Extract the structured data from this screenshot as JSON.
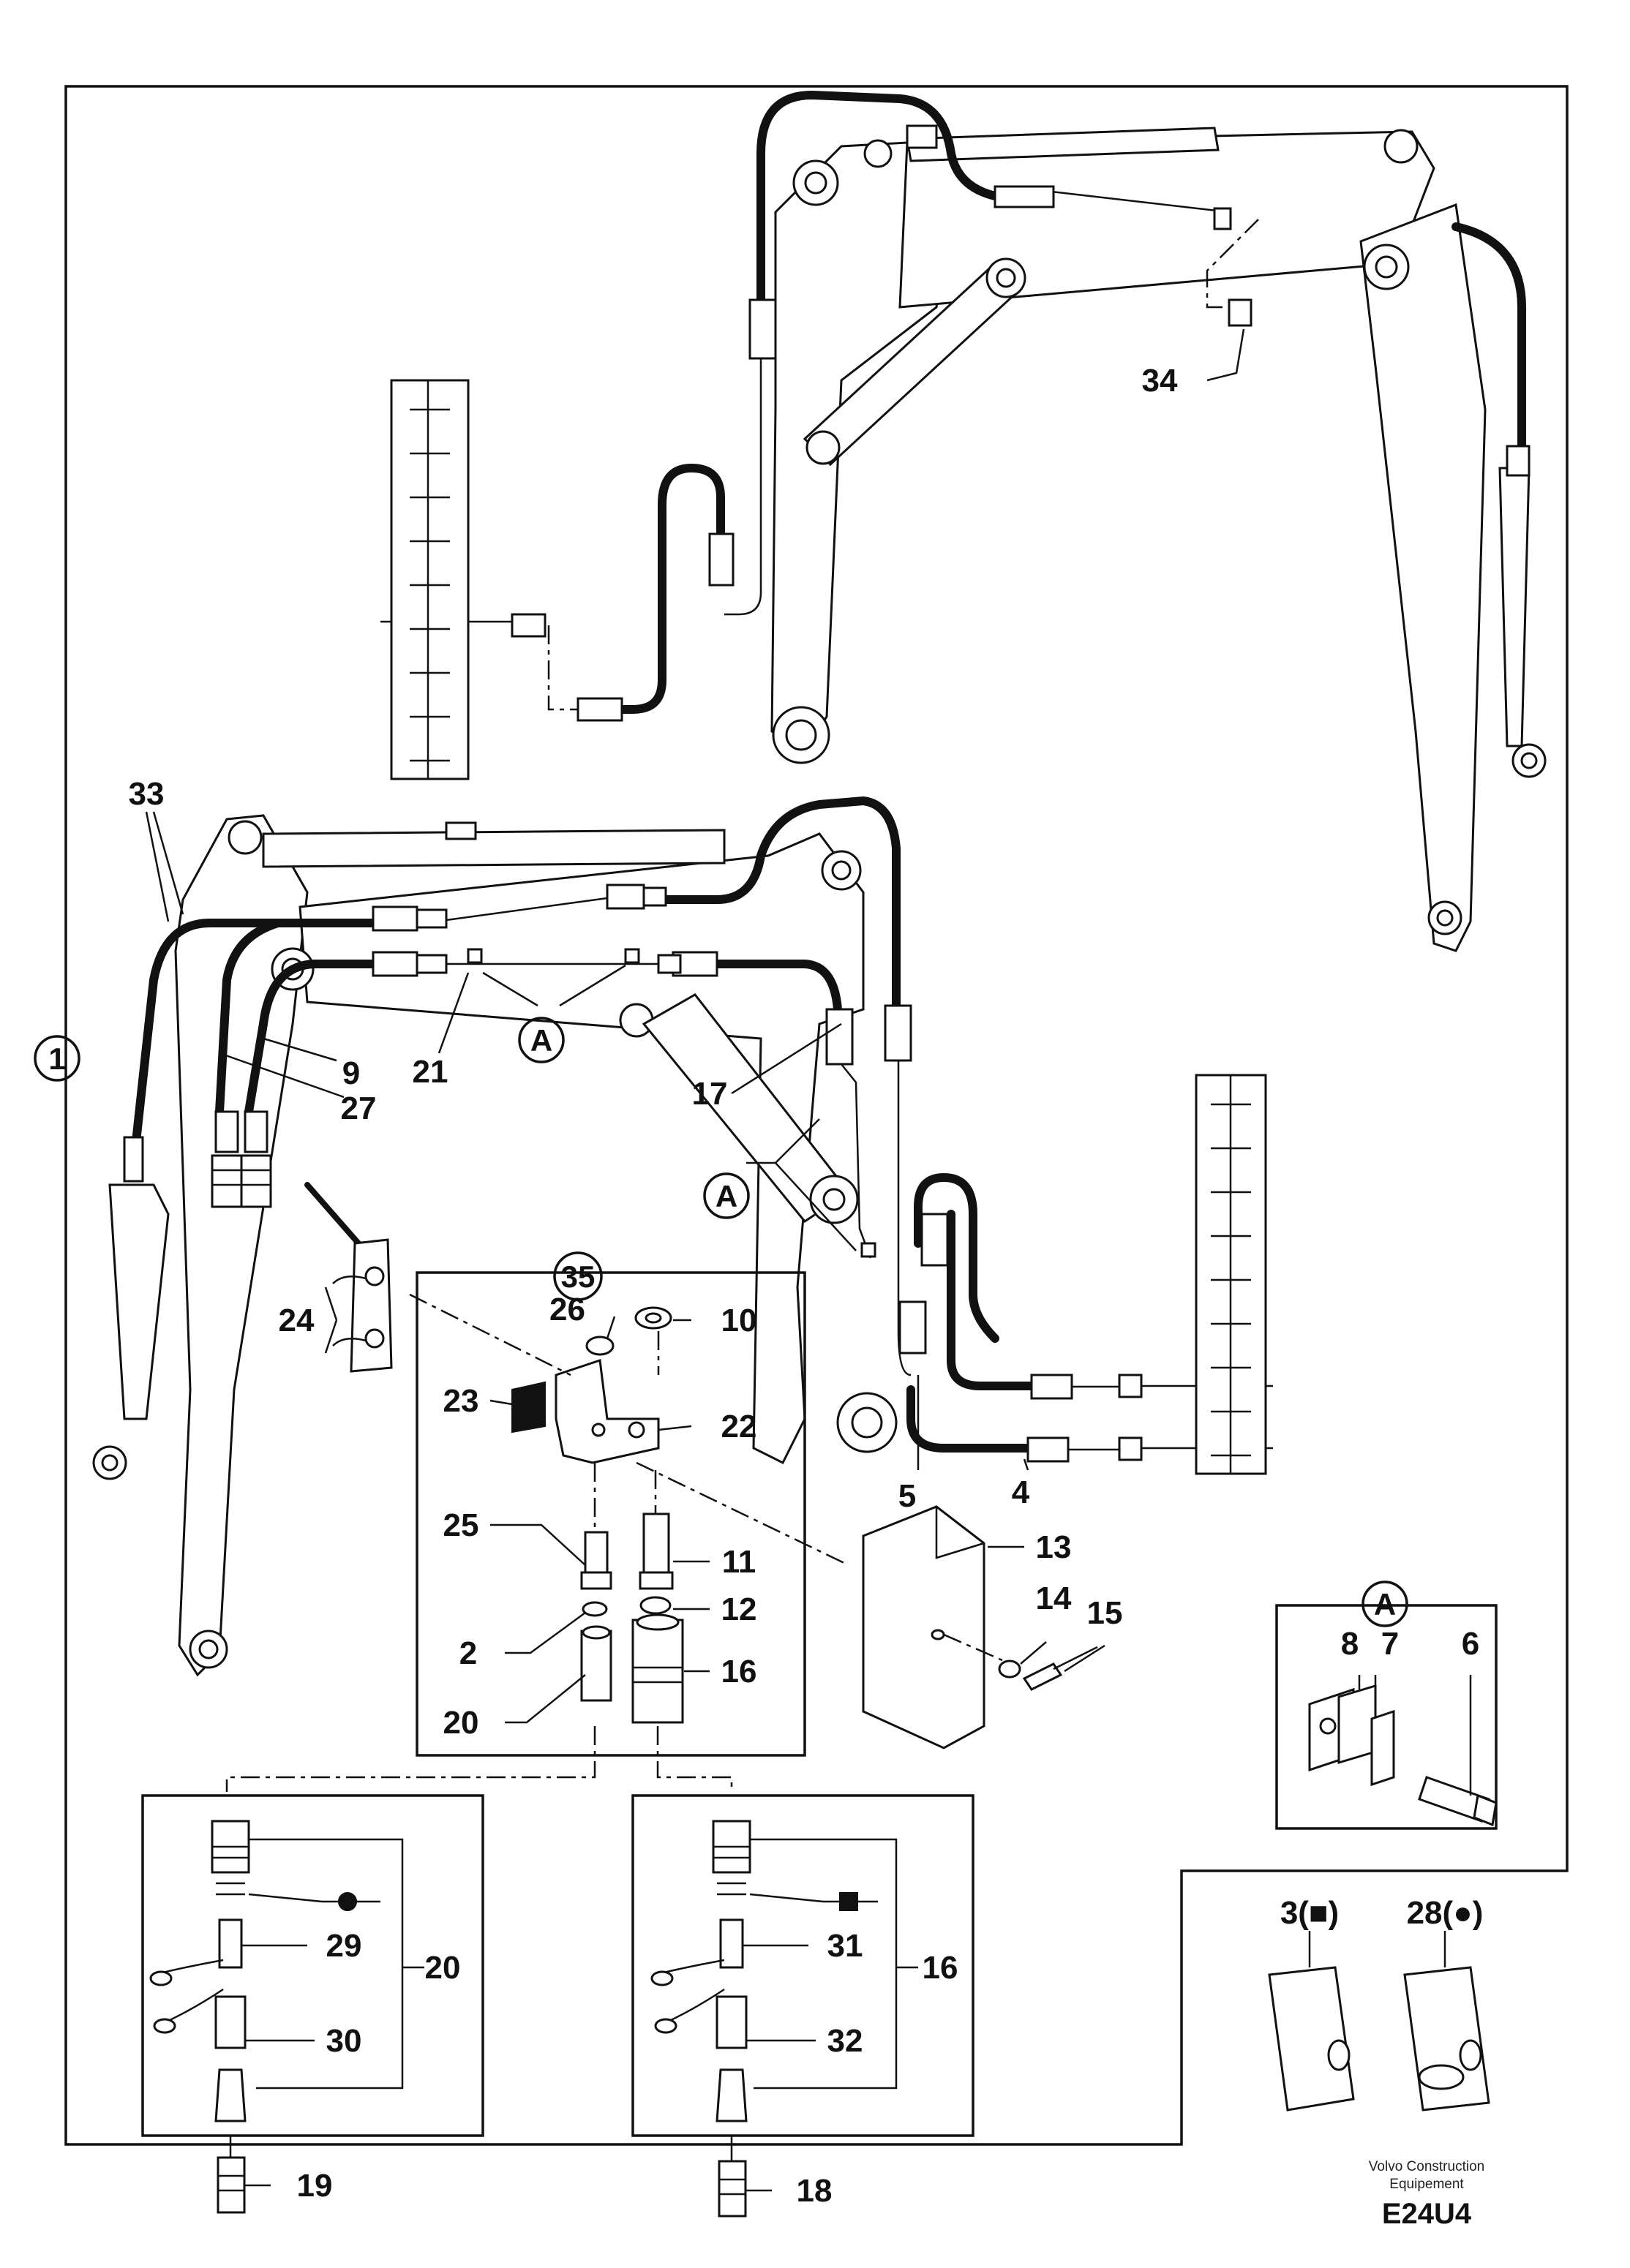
{
  "callouts": {
    "c1": "1",
    "c2": "2",
    "c4": "4",
    "c5": "5",
    "c6": "6",
    "c7": "7",
    "c8": "8",
    "c9": "9",
    "c10": "10",
    "c11": "11",
    "c12": "12",
    "c13": "13",
    "c14": "14",
    "c15": "15",
    "c16": "16",
    "c16b": "16",
    "c17": "17",
    "c18": "18",
    "c19": "19",
    "c20": "20",
    "c20b": "20",
    "c21": "21",
    "c22": "22",
    "c23": "23",
    "c24": "24",
    "c25": "25",
    "c26": "26",
    "c27": "27",
    "c29": "29",
    "c30": "30",
    "c31": "31",
    "c32": "32",
    "c33": "33",
    "c34": "34",
    "c35": "35",
    "cA1": "A",
    "cA2": "A",
    "cA3": "A",
    "c3": "3(■)",
    "c28": "28(●)"
  },
  "footer": {
    "credit_line1": "Volvo Construction",
    "credit_line2": "Equipement",
    "code": "E24U4"
  }
}
